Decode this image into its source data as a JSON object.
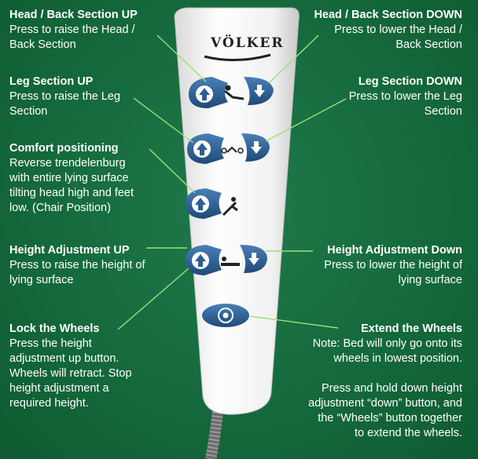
{
  "brand": "VÖLKER",
  "colors": {
    "background": "#156a3d",
    "pointer": "#9be07a",
    "button": "#2e5d8e",
    "remote": "#f2f2f2"
  },
  "callouts": {
    "head_up": {
      "title": "Head / Back Section UP",
      "text": "Press to raise the Head /\nBack Section"
    },
    "head_down": {
      "title": "Head / Back Section DOWN",
      "text": "Press to lower the Head /\nBack Section"
    },
    "leg_up": {
      "title": "Leg Section UP",
      "text": "Press to raise the Leg\nSection"
    },
    "leg_down": {
      "title": "Leg Section DOWN",
      "text": "Press to lower the Leg\nSection"
    },
    "comfort": {
      "title": "Comfort positioning",
      "text": "Reverse trendelenburg\nwith entire lying surface\ntilting head high and feet\nlow. (Chair Position)"
    },
    "height_up": {
      "title": "Height Adjustment UP",
      "text": "Press to raise the height of\nlying surface"
    },
    "height_down": {
      "title": "Height Adjustment Down",
      "text": "Press to lower the height of\nlying surface"
    },
    "lock": {
      "title": "Lock the Wheels",
      "text": "Press the height\nadjustment up button.\nWheels will retract. Stop\nheight adjustment a\nrequired height."
    },
    "extend": {
      "title": "Extend the Wheels",
      "text": "Note: Bed will only go onto its\nwheels in lowest position.\n\nPress and hold down height\nadjustment “down” button, and\nthe “Wheels” button together\nto extend the wheels."
    }
  },
  "icons": [
    "head-up-icon",
    "head-down-icon",
    "leg-up-icon",
    "leg-down-icon",
    "chair-up-icon",
    "height-up-icon",
    "height-down-icon",
    "wheels-icon"
  ]
}
